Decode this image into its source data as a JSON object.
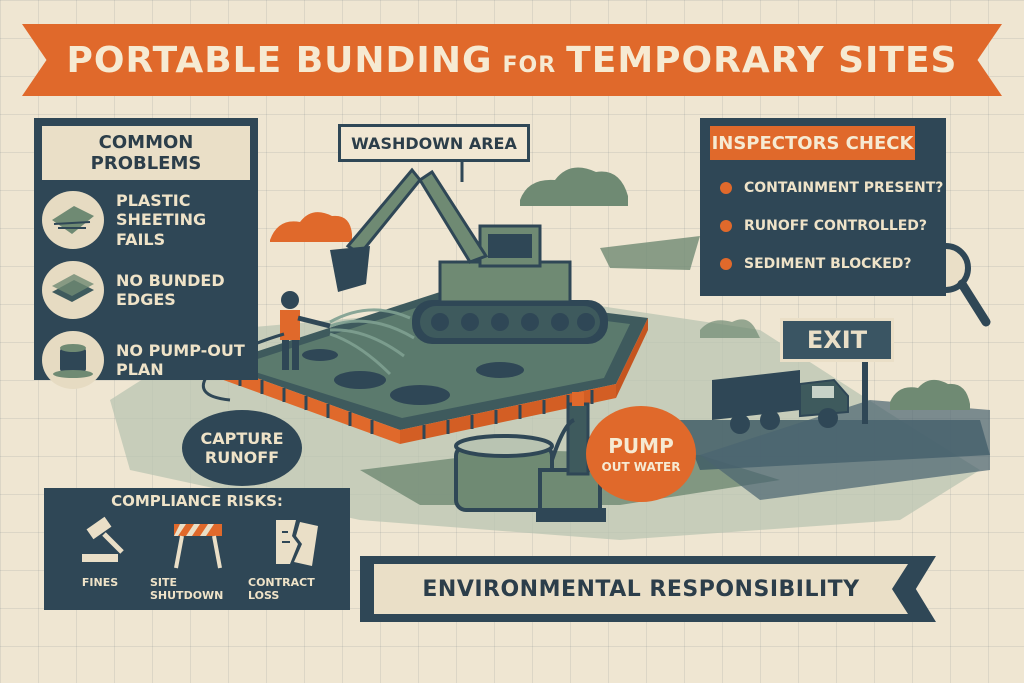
{
  "title": {
    "part1": "PORTABLE BUNDING",
    "part2": "FOR",
    "part3": "TEMPORARY SITES"
  },
  "problems": {
    "heading": "COMMON PROBLEMS",
    "items": [
      {
        "line1": "PLASTIC",
        "line2": "SHEETING FAILS",
        "icon": "torn-sheet-icon"
      },
      {
        "line1": "NO BUNDED",
        "line2": "EDGES",
        "icon": "layered-sheet-icon"
      },
      {
        "line1": "NO PUMP-OUT",
        "line2": "PLAN",
        "icon": "overflow-drum-icon"
      }
    ]
  },
  "washdown_label": "WASHDOWN AREA",
  "inspectors": {
    "heading": "INSPECTORS CHECK",
    "items": [
      "CONTAINMENT PRESENT?",
      "RUNOFF CONTROLLED?",
      "SEDIMENT BLOCKED?"
    ]
  },
  "capture": {
    "line1": "CAPTURE",
    "line2": "RUNOFF"
  },
  "pump": {
    "line1": "PUMP",
    "line2": "OUT WATER"
  },
  "exit_sign": "EXIT",
  "compliance": {
    "heading": "COMPLIANCE RISKS:",
    "risks": [
      {
        "label": "FINES",
        "icon": "gavel-icon"
      },
      {
        "label": "SITE SHUTDOWN",
        "icon": "barrier-icon"
      },
      {
        "label": "CONTRACT LOSS",
        "icon": "torn-contract-icon"
      }
    ]
  },
  "environment_banner": "ENVIRONMENTAL RESPONSIBILITY",
  "colors": {
    "orange": "#e0692b",
    "navy": "#2f4756",
    "paper": "#efe6d2",
    "sage": "#6f8a73"
  }
}
